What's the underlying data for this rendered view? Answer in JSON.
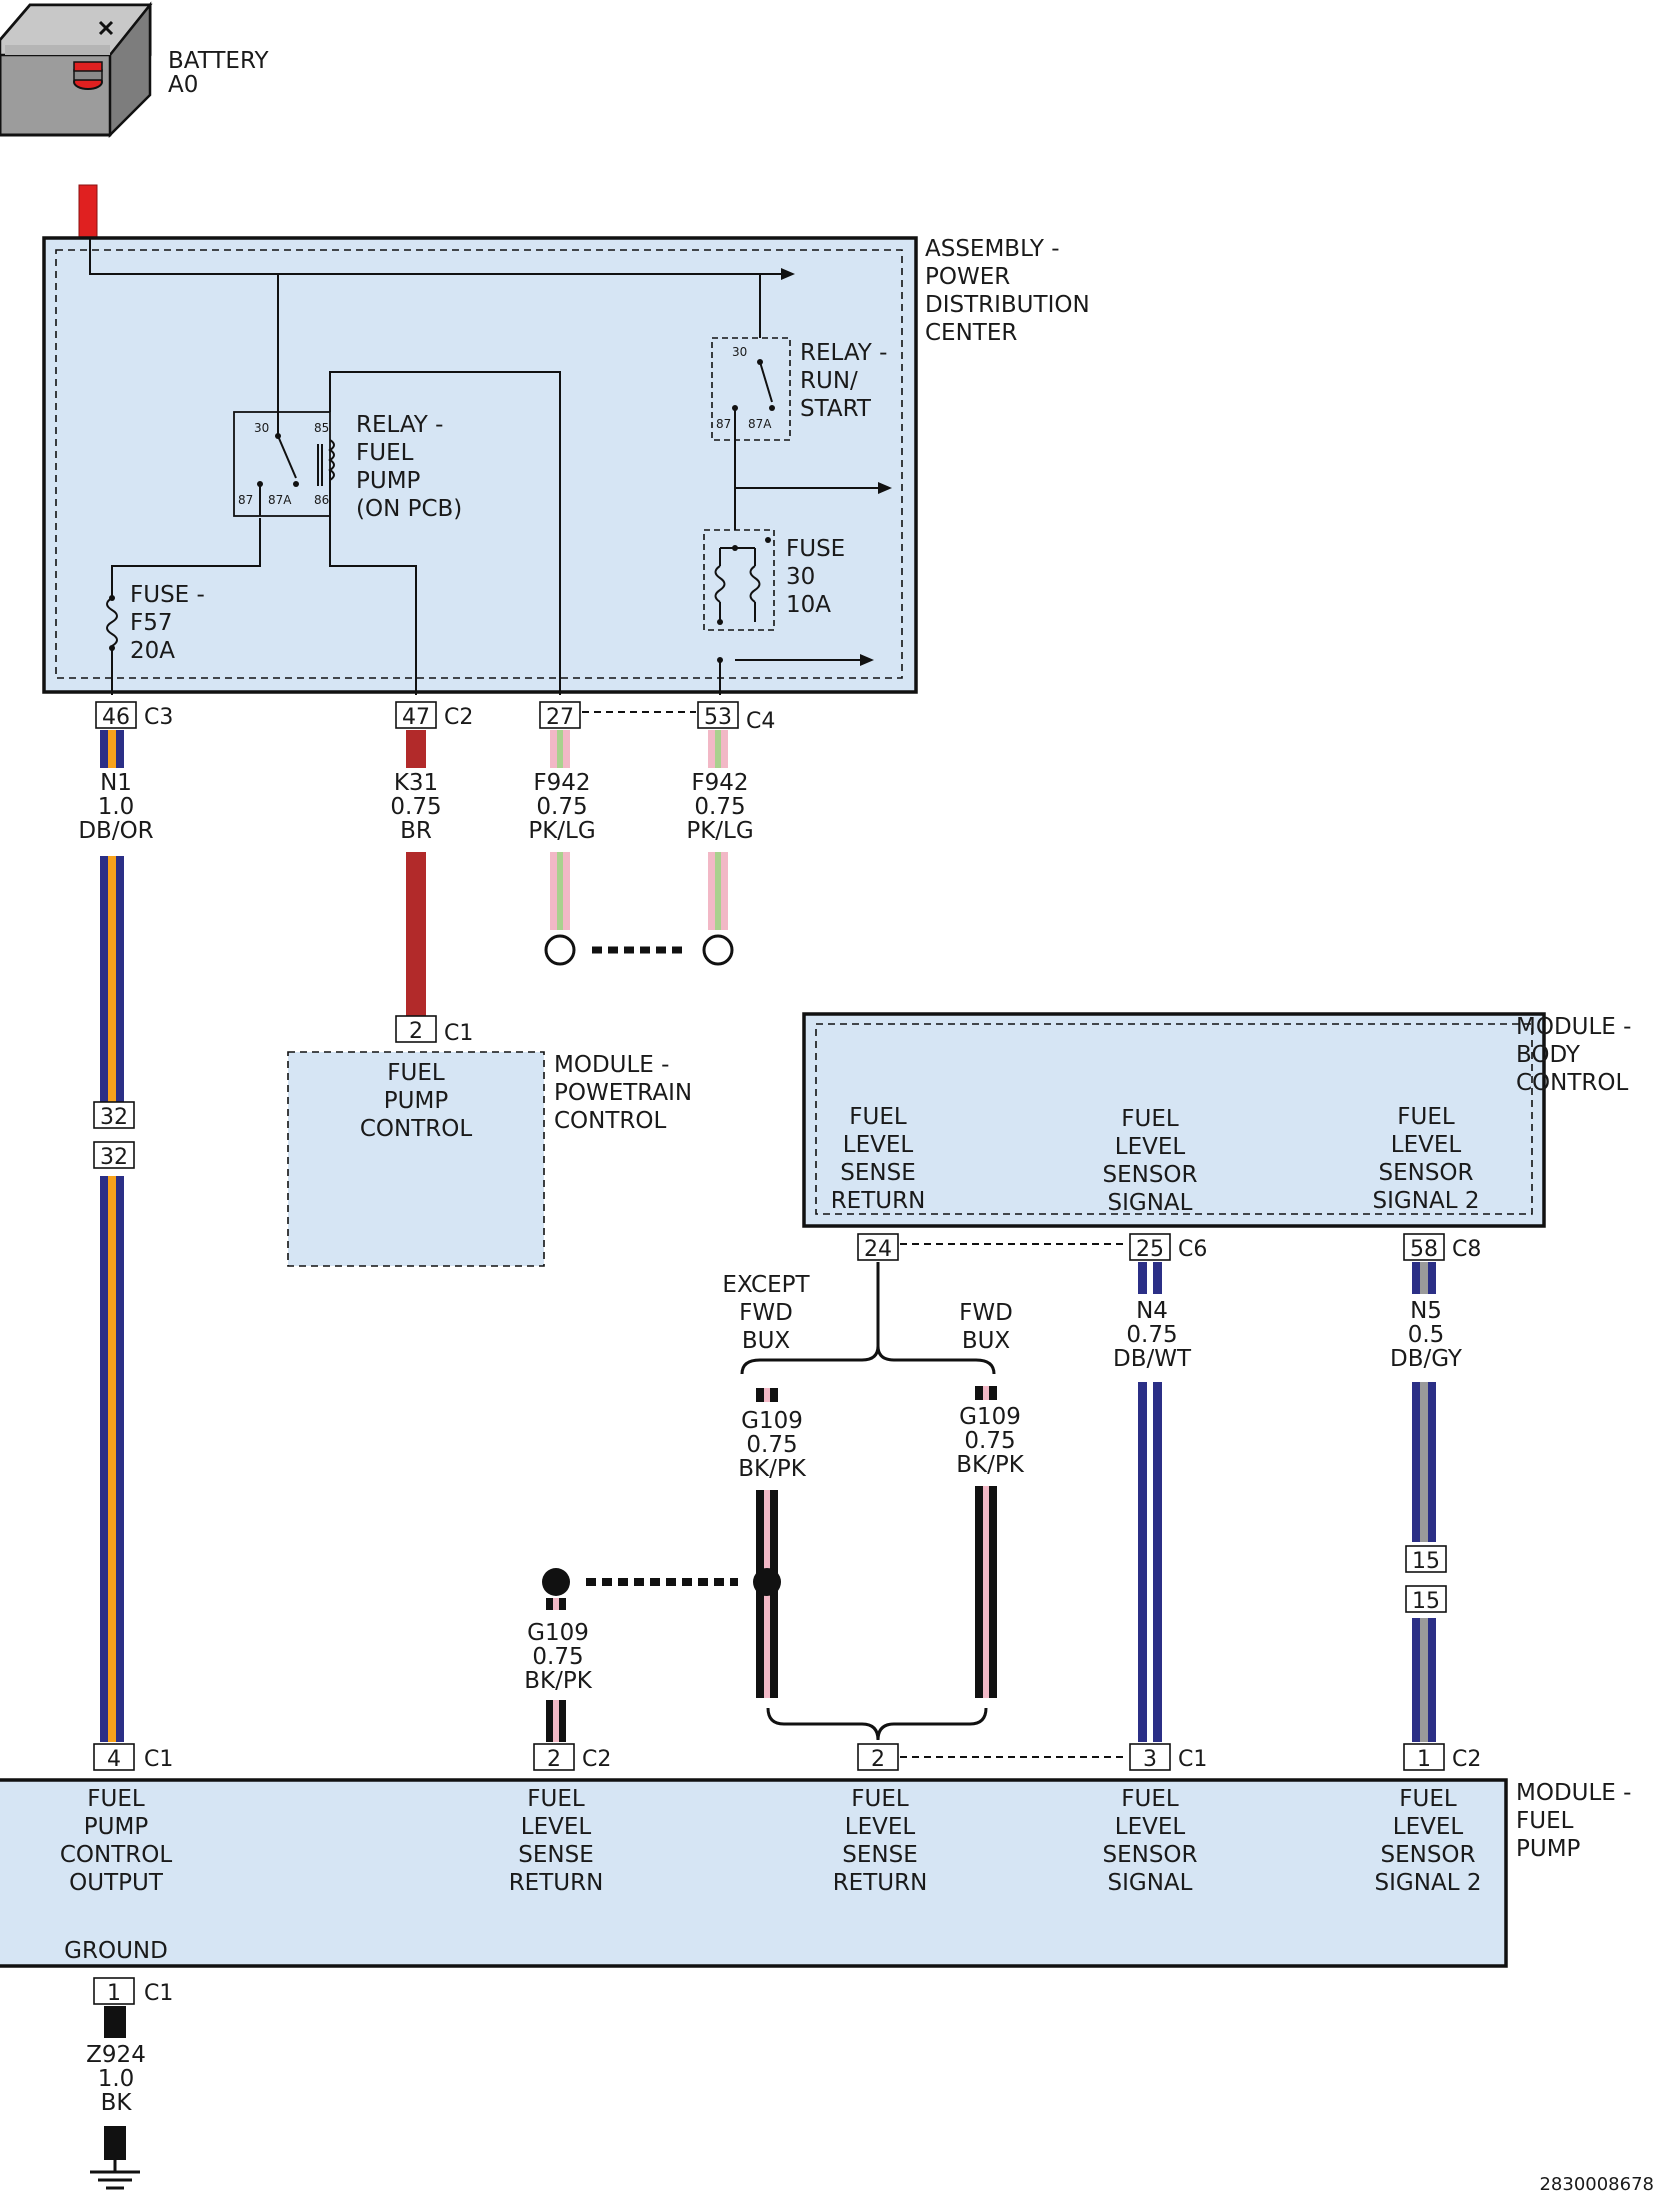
{
  "colors": {
    "module_fill": "#d6e5f4",
    "battery_red": "#e02020",
    "dark_blue": "#2b2f86",
    "orange": "#f7a21b",
    "brown_red": "#b22a2a",
    "pink": "#f2b8c6",
    "light_green": "#a9d18e",
    "gray": "#9a9a9a",
    "white": "#ffffff",
    "black": "#111111"
  },
  "battery": {
    "label_1": "BATTERY",
    "label_2": "A0"
  },
  "pdc": {
    "title_1": "ASSEMBLY -",
    "title_2": "POWER",
    "title_3": "DISTRIBUTION",
    "title_4": "CENTER"
  },
  "relay_fuel_pump": {
    "label_1": "RELAY -",
    "label_2": "FUEL",
    "label_3": "PUMP",
    "label_4": "(ON PCB)",
    "t30": "30",
    "t85": "85",
    "t87": "87",
    "t87a": "87A",
    "t86": "86"
  },
  "relay_run_start": {
    "label_1": "RELAY -",
    "label_2": "RUN/",
    "label_3": "START",
    "t30": "30",
    "t87": "87",
    "t87a": "87A"
  },
  "fuse_f57": {
    "label_1": "FUSE -",
    "label_2": "F57",
    "label_3": "20A"
  },
  "fuse_30": {
    "label_1": "FUSE",
    "label_2": "30",
    "label_3": "10A"
  },
  "pdc_pins": {
    "p46": "46",
    "c3": "C3",
    "p47": "47",
    "c2": "C2",
    "p27": "27",
    "p53": "53",
    "c4": "C4"
  },
  "wires": {
    "n1": {
      "code": "N1",
      "gauge": "1.0",
      "color": "DB/OR"
    },
    "k31": {
      "code": "K31",
      "gauge": "0.75",
      "color": "BR"
    },
    "f942_a": {
      "code": "F942",
      "gauge": "0.75",
      "color": "PK/LG"
    },
    "f942_b": {
      "code": "F942",
      "gauge": "0.75",
      "color": "PK/LG"
    },
    "n4": {
      "code": "N4",
      "gauge": "0.75",
      "color": "DB/WT"
    },
    "n5": {
      "code": "N5",
      "gauge": "0.5",
      "color": "DB/GY"
    },
    "g109_a": {
      "code": "G109",
      "gauge": "0.75",
      "color": "BK/PK"
    },
    "g109_b": {
      "code": "G109",
      "gauge": "0.75",
      "color": "BK/PK"
    },
    "g109_c": {
      "code": "G109",
      "gauge": "0.75",
      "color": "BK/PK"
    },
    "z924": {
      "code": "Z924",
      "gauge": "1.0",
      "color": "BK"
    }
  },
  "inline": {
    "n1_top": "32",
    "n1_bottom": "32",
    "n5_top": "15",
    "n5_bottom": "15"
  },
  "pcm": {
    "pin": "2",
    "conn": "C1",
    "func_1": "FUEL",
    "func_2": "PUMP",
    "func_3": "CONTROL",
    "title_1": "MODULE -",
    "title_2": "POWETRAIN",
    "title_3": "CONTROL"
  },
  "bcm": {
    "title_1": "MODULE -",
    "title_2": "BODY",
    "title_3": "CONTROL",
    "f1": [
      "FUEL",
      "LEVEL",
      "SENSE",
      "RETURN"
    ],
    "f2": [
      "FUEL",
      "LEVEL",
      "SENSOR",
      "SIGNAL"
    ],
    "f3": [
      "FUEL",
      "LEVEL",
      "SENSOR",
      "SIGNAL 2"
    ],
    "p24": "24",
    "p25": "25",
    "c6": "C6",
    "p58": "58",
    "c8": "C8"
  },
  "branch": {
    "except_1": "EXCEPT",
    "except_2": "FWD",
    "except_3": "BUX",
    "fwd_1": "FWD",
    "fwd_2": "BUX"
  },
  "fpm": {
    "title_1": "MODULE -",
    "title_2": "FUEL",
    "title_3": "PUMP",
    "f1": [
      "FUEL",
      "PUMP",
      "CONTROL",
      "OUTPUT"
    ],
    "f2": [
      "FUEL",
      "LEVEL",
      "SENSE",
      "RETURN"
    ],
    "f3": [
      "FUEL",
      "LEVEL",
      "SENSE",
      "RETURN"
    ],
    "f4": [
      "FUEL",
      "LEVEL",
      "SENSOR",
      "SIGNAL"
    ],
    "f5": [
      "FUEL",
      "LEVEL",
      "SENSOR",
      "SIGNAL 2"
    ],
    "ground": "GROUND",
    "p4": "4",
    "c1a": "C1",
    "p2a": "2",
    "c2a": "C2",
    "p2b": "2",
    "p3": "3",
    "c1b": "C1",
    "p1": "1",
    "c2b": "C2",
    "pg": "1",
    "cg": "C1"
  },
  "figure_id": "2830008678"
}
